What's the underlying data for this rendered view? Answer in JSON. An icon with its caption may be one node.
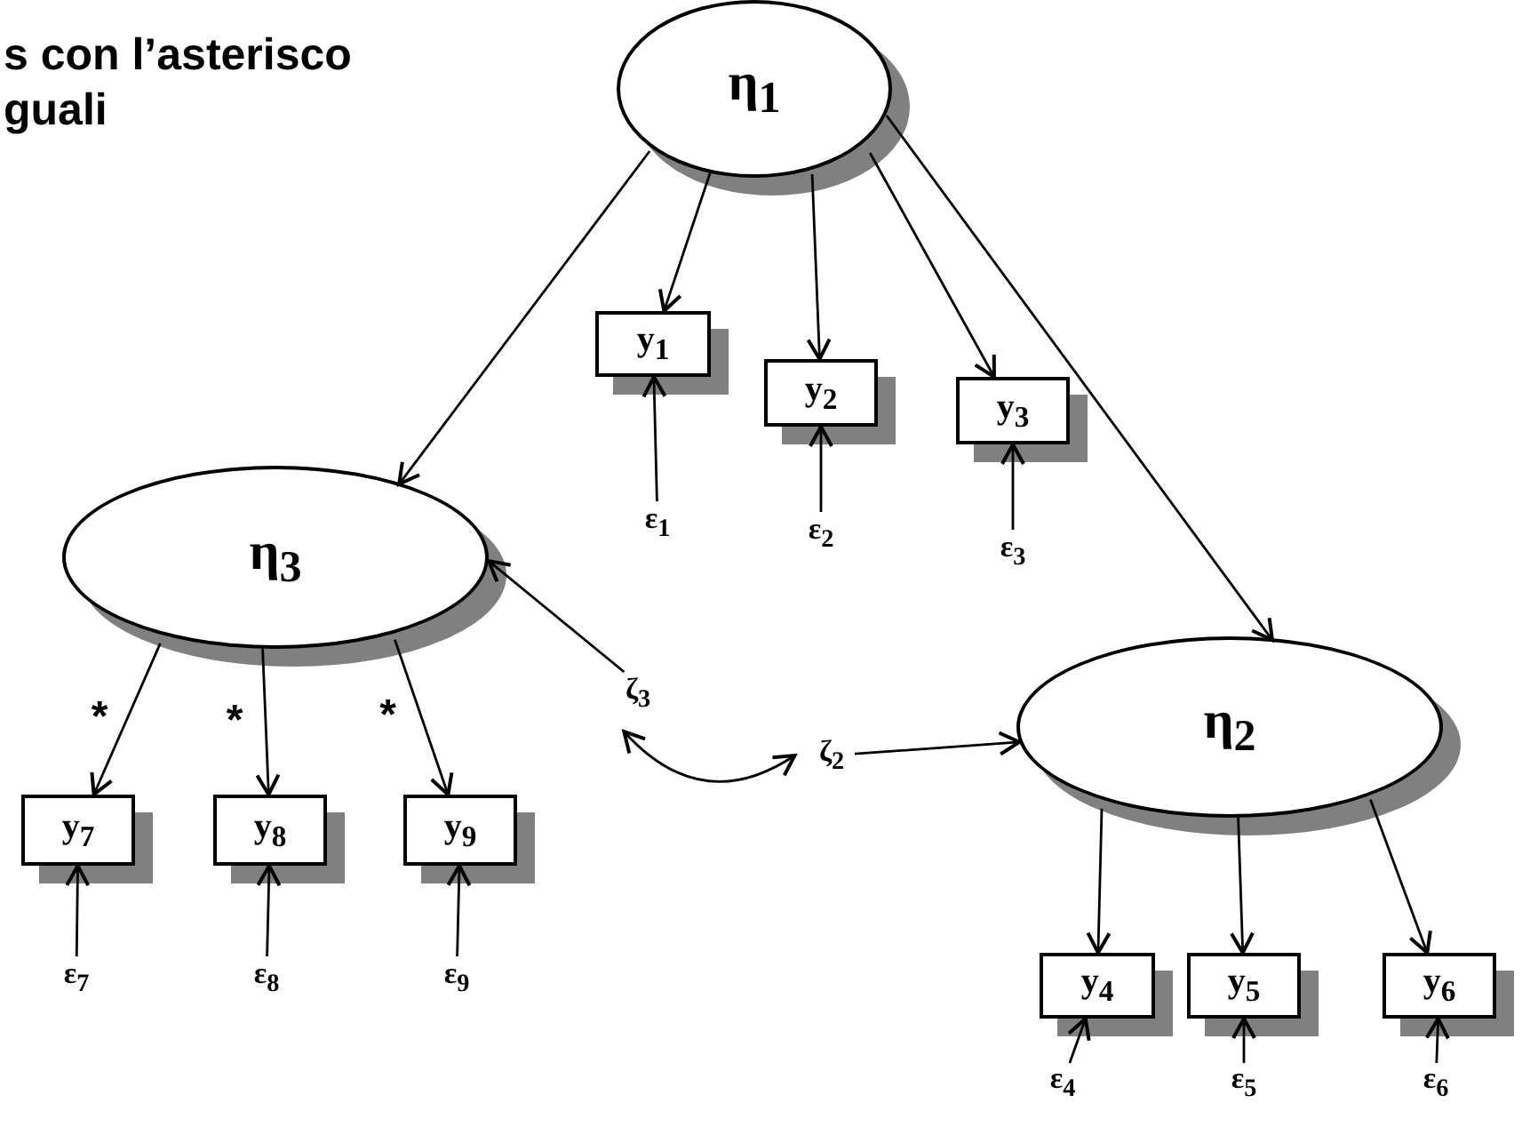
{
  "diagram": {
    "nodes": [
      {
        "text": [
          "η$_{1}$"
        ]
      },
      {
        "text": [
          "y$_{1}$"
        ]
      },
      {
        "text": [
          "y$_{2}$"
        ]
      },
      {
        "text": [
          "y$_{3}$"
        ]
      },
      {
        "text": [
          "ε$_{1}$"
        ]
      },
      {
        "text": [
          "ε$_{2}$"
        ]
      },
      {
        "text": [
          "ε$_{3}$"
        ]
      },
      {
        "text": [
          "η$_{3}$"
        ]
      },
      {
        "text": [
          "ζ$_{3}$"
        ]
      },
      {
        "text": [
          "ζ$_{2}$"
        ]
      },
      {
        "text": [
          "η$_{2}$"
        ]
      },
      {
        "text": [
          "y$_{7}$"
        ]
      },
      {
        "text": [
          "y$_{8}$"
        ]
      },
      {
        "text": [
          "y$_{9}$"
        ]
      },
      {
        "text": [
          "ε$_{7}$"
        ]
      },
      {
        "text": [
          "ε$_{8}$"
        ]
      },
      {
        "text": [
          "ε$_{9}$"
        ]
      },
      {
        "text": [
          "y$_{4}$"
        ]
      },
      {
        "text": [
          "y$_{5}$"
        ]
      },
      {
        "text": [
          "y$_{6}$"
        ]
      },
      {
        "text": [
          "ε$_{4}$"
        ]
      },
      {
        "text": [
          "ε$_{5}$"
        ]
      },
      {
        "text": [
          "ε$_{6}$"
        ]
      }
    ],
    "edges": [
      {
        "from": 0,
        "to": 7,
        "arrow": "to"
      },
      {
        "from": 0,
        "to": 1,
        "arrow": "to"
      },
      {
        "from": 0,
        "to": 2,
        "arrow": "to"
      },
      {
        "from": 0,
        "to": 3,
        "arrow": "to"
      },
      {
        "from": 0,
        "to": 10,
        "arrow": "to"
      },
      {
        "from": 4,
        "to": 1,
        "arrow": "to"
      },
      {
        "from": 5,
        "to": 2,
        "arrow": "to"
      },
      {
        "from": 6,
        "to": 3,
        "arrow": "to"
      },
      {
        "from": 8,
        "to": 7,
        "arrow": "to"
      },
      {
        "from": 8,
        "to": 9,
        "arrow": "both"
      },
      {
        "from": 9,
        "to": 10,
        "arrow": "to"
      },
      {
        "from": 7,
        "to": 11,
        "arrow": "to",
        "label": "*"
      },
      {
        "from": 7,
        "to": 12,
        "arrow": "to",
        "label": "*"
      },
      {
        "from": 7,
        "to": 13,
        "arrow": "to",
        "label": "*"
      },
      {
        "from": 14,
        "to": 11,
        "arrow": "to"
      },
      {
        "from": 15,
        "to": 12,
        "arrow": "to"
      },
      {
        "from": 16,
        "to": 13,
        "arrow": "to"
      },
      {
        "from": 10,
        "to": 17,
        "arrow": "to"
      },
      {
        "from": 10,
        "to": 18,
        "arrow": "to"
      },
      {
        "from": 10,
        "to": 19,
        "arrow": "to"
      },
      {
        "from": 20,
        "to": 17,
        "arrow": "to"
      },
      {
        "from": 21,
        "to": 18,
        "arrow": "to"
      },
      {
        "from": 22,
        "to": 19,
        "arrow": "to"
      }
    ],
    "labels": [
      "s con l’asterisco guali"
    ]
  }
}
